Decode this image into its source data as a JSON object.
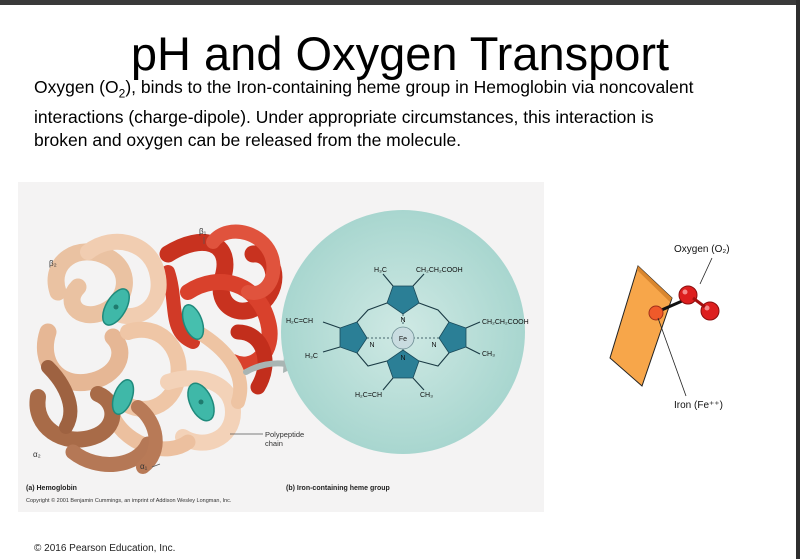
{
  "slide": {
    "title": "pH and Oxygen Transport",
    "paragraph": {
      "line1_pre": "Oxygen (O",
      "line1_sub": "2",
      "line1_post": "), binds to the Iron-containing heme group in Hemoglobin via noncovalent",
      "line2": "interactions (charge-dipole). Under appropriate circumstances, this interaction is",
      "line3": "broken and oxygen can be released from the molecule."
    },
    "footer_copyright": "© 2016 Pearson Education, Inc."
  },
  "figure": {
    "labels": {
      "beta1": "β₁",
      "beta2": "β₂",
      "alpha1": "α₁",
      "alpha2": "α₂",
      "polypeptide_line1": "Polypeptide",
      "polypeptide_line2": "chain",
      "caption_a": "(a) Hemoglobin",
      "caption_b": "(b) Iron-containing heme group",
      "copyright": "Copyright © 2001 Benjamin Cummings, an imprint of Addison Wesley Longman, Inc."
    },
    "heme": {
      "top_left": "H₃C",
      "top_right": "CH₂CH₂COOH",
      "left_upper": "H₂C=CH",
      "left_lower": "H₃C",
      "right_upper": "CH₂CH₂COOH",
      "right_lower": "CH₃",
      "bottom_left": "H₂C=CH",
      "bottom_right": "CH₃",
      "n_top": "N",
      "n_left": "N",
      "n_right": "N",
      "n_bottom": "N",
      "fe": "Fe"
    }
  },
  "side_diagram": {
    "oxygen_label": "Oxygen (O₂)",
    "iron_label": "Iron (Fe⁺⁺)"
  },
  "colors": {
    "hemoglobin_beta": "#d43a2a",
    "hemoglobin_alpha": "#e8b896",
    "hemoglobin_alpha_dark": "#a56a48",
    "heme_disc": "#3fb8a8",
    "heme_circle": "#b5dcd6",
    "plane": "#f7a64a",
    "oxygen_atom": "#dd1f1f"
  }
}
